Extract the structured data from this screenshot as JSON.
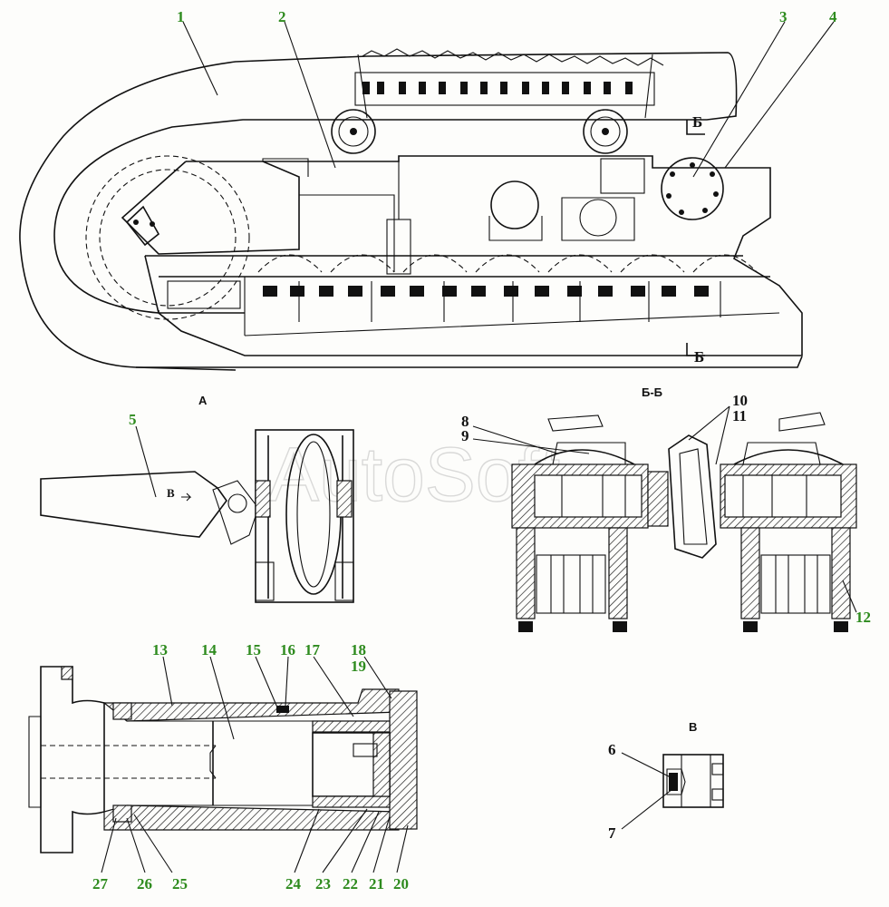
{
  "watermark": "AutoSoft",
  "section_labels": {
    "view_a": "A",
    "view_bb": "Б-Б",
    "view_v": "В",
    "cut_mark_top": "Б",
    "cut_mark_bottom": "Б",
    "arrow_v": "В"
  },
  "callouts": {
    "c1": "1",
    "c2": "2",
    "c3": "3",
    "c4": "4",
    "c5": "5",
    "c6": "6",
    "c7": "7",
    "c8": "8",
    "c9": "9",
    "c10": "10",
    "c11": "11",
    "c12": "12",
    "c13": "13",
    "c14": "14",
    "c15": "15",
    "c16": "16",
    "c17": "17",
    "c18": "18",
    "c19": "19",
    "c20": "20",
    "c21": "21",
    "c22": "22",
    "c23": "23",
    "c24": "24",
    "c25": "25",
    "c26": "26",
    "c27": "27"
  },
  "colors": {
    "callout_green": "#2e8b1e",
    "line": "#111111",
    "background": "#fdfdfb"
  }
}
